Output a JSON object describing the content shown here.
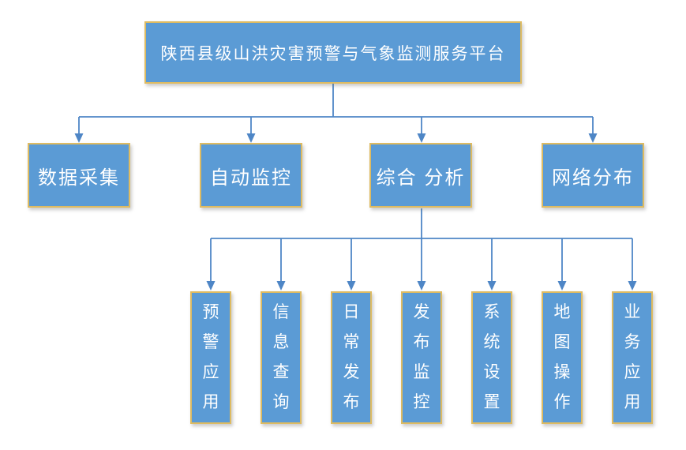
{
  "colors": {
    "background": "#FFFFFF",
    "box_fill": "#5B9BD5",
    "box_border": "#DEBB62",
    "connector": "#4E86C6",
    "text": "#FFFFFF"
  },
  "root": {
    "label": "陕西县级山洪灾害预警与气象监测服务平台"
  },
  "level2": [
    {
      "id": "data-collection",
      "label": "数据采集"
    },
    {
      "id": "auto-monitoring",
      "label": "自动监控"
    },
    {
      "id": "comprehensive-analysis",
      "label": "综合 分析"
    },
    {
      "id": "network-distribution",
      "label": "网络分布"
    }
  ],
  "level3": [
    {
      "id": "warning-application",
      "label": "预警应用",
      "parent": "comprehensive-analysis"
    },
    {
      "id": "info-query",
      "label": "信息查询",
      "parent": "comprehensive-analysis"
    },
    {
      "id": "daily-release",
      "label": "日常发布",
      "parent": "comprehensive-analysis"
    },
    {
      "id": "release-monitoring",
      "label": "发布监控",
      "parent": "comprehensive-analysis"
    },
    {
      "id": "system-settings",
      "label": "系统设置",
      "parent": "comprehensive-analysis"
    },
    {
      "id": "map-operations",
      "label": "地图操作",
      "parent": "comprehensive-analysis"
    },
    {
      "id": "business-application",
      "label": "业务应用",
      "parent": "comprehensive-analysis"
    }
  ]
}
